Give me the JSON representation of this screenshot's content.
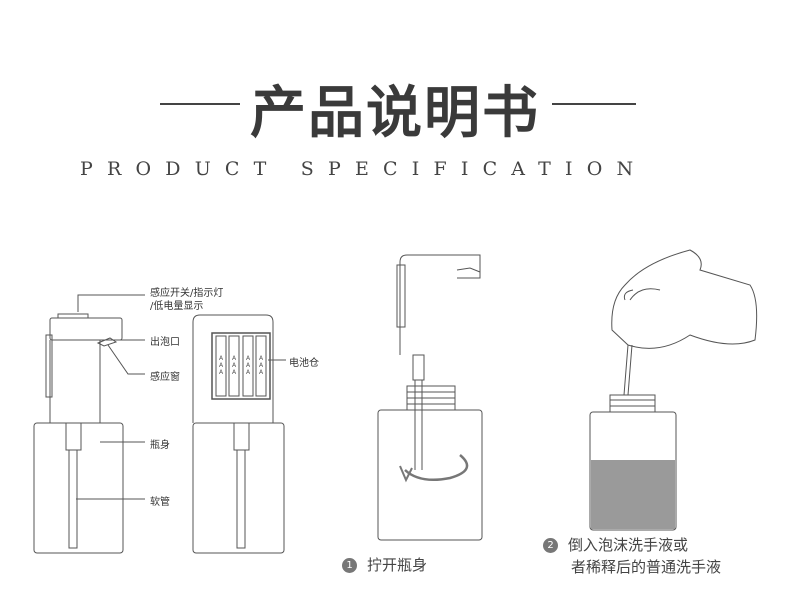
{
  "header": {
    "title": "产品说明书",
    "subtitle": "PRODUCT SPECIFICATION"
  },
  "diagram_labels": {
    "sensor_switch_line1": "感应开关/指示灯",
    "sensor_switch_line2": "/低电量显示",
    "foam_outlet": "出泡口",
    "sensor_window": "感应窗",
    "bottle_body": "瓶身",
    "hose": "软管",
    "battery_compartment": "电池仓"
  },
  "steps": [
    {
      "number": "1",
      "text": "拧开瓶身"
    },
    {
      "number": "2",
      "line1": "倒入泡沫洗手液或",
      "line2": "者稀释后的普通洗手液"
    }
  ],
  "colors": {
    "line": "#555555",
    "liquid": "#9a9a9a"
  }
}
